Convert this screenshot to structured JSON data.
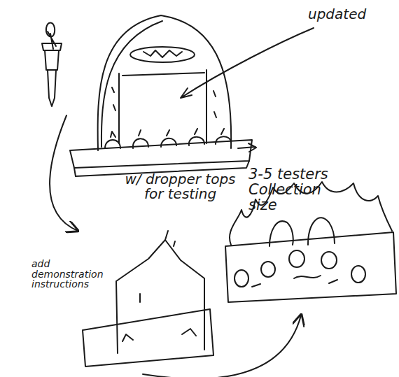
{
  "diagram": {
    "nodes": [
      {
        "text": [
          "w/ dropper tops for testing"
        ]
      },
      {
        "text": [
          "add demonstration instructions"
        ]
      },
      {
        "text": [
          "3-5 testers Collection size"
        ]
      }
    ],
    "edges": [
      {
        "from": 0,
        "to": 1,
        "arrow": "to"
      },
      {
        "from": 1,
        "to": 2,
        "arrow": "to"
      }
    ],
    "labels": [
      "updated"
    ]
  }
}
